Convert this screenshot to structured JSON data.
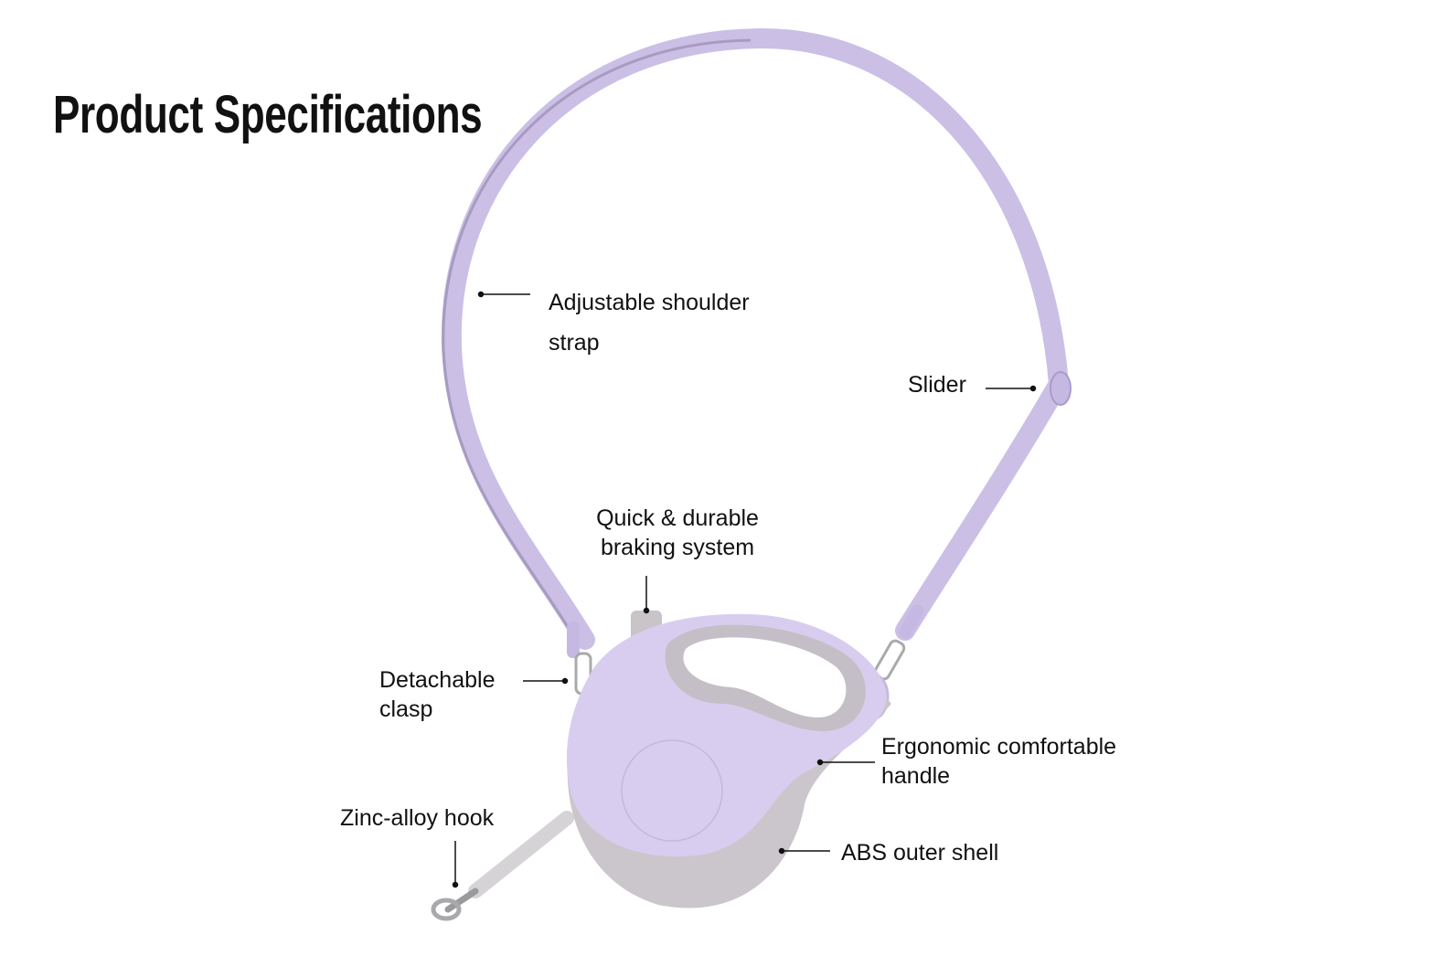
{
  "title": "Product Specifications",
  "labels": {
    "strap": [
      "Adjustable shoulder",
      "strap"
    ],
    "slider": [
      "Slider"
    ],
    "brake": [
      "Quick & durable",
      "braking system"
    ],
    "clasp": [
      "Detachable",
      "clasp"
    ],
    "handle": [
      "Ergonomic comfortable",
      "handle"
    ],
    "hook": [
      "Zinc-alloy hook"
    ],
    "shell": [
      "ABS outer shell"
    ]
  },
  "colors": {
    "lavender": "#d8cdef",
    "strap": "#cbbfe6",
    "grey": "#cbc6cc",
    "metal": "#b8b8bc"
  }
}
